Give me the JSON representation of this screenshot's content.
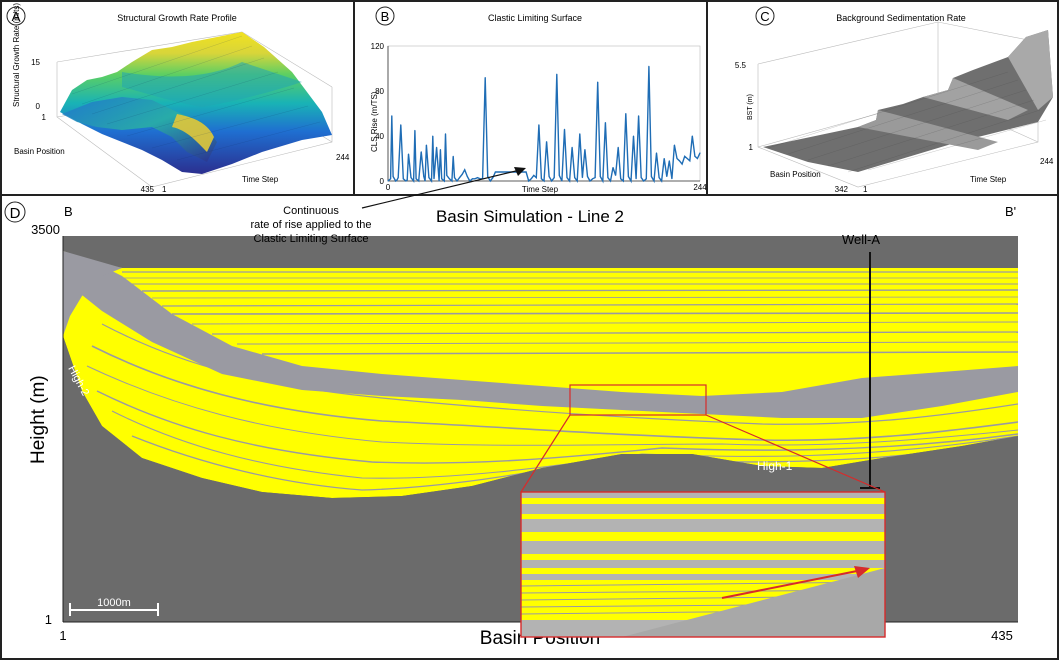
{
  "panels": {
    "a": {
      "letter": "A",
      "title": "Structural Growth Rate Profile"
    },
    "b": {
      "letter": "B",
      "title": "Clastic Limiting Surface"
    },
    "c": {
      "letter": "C",
      "title": "Background Sedimentation Rate"
    },
    "d": {
      "letter": "D",
      "title": "Basin Simulation - Line 2"
    }
  },
  "chart_data": [
    {
      "type": "surface",
      "title": "Structural Growth Rate Profile",
      "zlabel": "Structural Growth Rate (m/ts)",
      "xlabel": "Basin Position",
      "ylabel": "Time Step",
      "z_ticks": [
        "0",
        "15"
      ],
      "x_ticks": [
        "1",
        "435"
      ],
      "y_ticks": [
        "1",
        "244"
      ],
      "zlim": [
        0,
        15
      ],
      "colormap": [
        "#2b2f8f",
        "#1f6fd1",
        "#19b3b5",
        "#5ccf63",
        "#d8d53a",
        "#f2e21f"
      ]
    },
    {
      "type": "line",
      "title": "Clastic Limiting Surface",
      "xlabel": "Time Step",
      "ylabel": "CLS Rise (m/TS)",
      "x_ticks": [
        "0",
        "244"
      ],
      "y_ticks": [
        "0",
        "40",
        "80",
        "120"
      ],
      "xlim": [
        0,
        244
      ],
      "ylim": [
        0,
        120
      ],
      "color": "#1f6db5",
      "series": [
        {
          "x": [
            0,
            2,
            3,
            4,
            6,
            7,
            8,
            10,
            12,
            14,
            15,
            16,
            18,
            20,
            21,
            22,
            24,
            26,
            28,
            29,
            30,
            32,
            34,
            35,
            36,
            38,
            40,
            41,
            42,
            44,
            45,
            46,
            48,
            50,
            51,
            52,
            54,
            56,
            58,
            60,
            62,
            64,
            66,
            68,
            70,
            72,
            74,
            76,
            78,
            80,
            82,
            84,
            86,
            88,
            90,
            92,
            94,
            96,
            98,
            100,
            102,
            104,
            106,
            108,
            110,
            112,
            114,
            116,
            118,
            120,
            122,
            124,
            126,
            128,
            130,
            132,
            134,
            136,
            138,
            140,
            142,
            144,
            146,
            148,
            150,
            152,
            154,
            156,
            158,
            160,
            162,
            164,
            166,
            168,
            170,
            172,
            174,
            176,
            178,
            180,
            182,
            184,
            186,
            188,
            190,
            192,
            194,
            196,
            198,
            200,
            202,
            204,
            206,
            208,
            210,
            212,
            214,
            216,
            218,
            220,
            222,
            224,
            226,
            228,
            230,
            232,
            234,
            236,
            238,
            240,
            242,
            244
          ],
          "values": [
            0,
            2,
            58,
            4,
            0,
            1,
            3,
            50,
            2,
            0,
            1,
            24,
            3,
            0,
            45,
            2,
            0,
            26,
            4,
            0,
            32,
            3,
            0,
            40,
            2,
            30,
            0,
            28,
            2,
            0,
            42,
            5,
            2,
            0,
            22,
            3,
            0,
            3,
            6,
            10,
            4,
            0,
            2,
            2,
            3,
            2,
            2,
            92,
            4,
            0,
            3,
            8,
            8,
            8,
            8,
            8,
            8,
            8,
            8,
            8,
            8,
            8,
            8,
            8,
            0,
            2,
            5,
            3,
            50,
            2,
            0,
            35,
            4,
            0,
            3,
            95,
            5,
            0,
            46,
            3,
            0,
            30,
            3,
            0,
            42,
            3,
            28,
            4,
            0,
            2,
            3,
            88,
            4,
            0,
            52,
            3,
            0,
            12,
            5,
            30,
            2,
            0,
            60,
            4,
            0,
            40,
            2,
            58,
            3,
            0,
            2,
            102,
            4,
            0,
            25,
            3,
            0,
            20,
            4,
            18,
            2,
            32,
            20,
            18,
            15,
            22,
            20,
            18,
            40,
            22,
            20,
            25
          ]
        }
      ]
    },
    {
      "type": "surface",
      "title": "Background Sedimentation Rate",
      "zlabel": "BST (m)",
      "xlabel": "Basin Position",
      "ylabel": "Time Step",
      "z_ticks": [
        "1",
        "5.5"
      ],
      "x_ticks": [
        "342",
        "1"
      ],
      "y_ticks": [
        "1",
        "244"
      ],
      "zlim": [
        1,
        5.5
      ],
      "color": "#777777"
    },
    {
      "type": "area",
      "title": "Basin Simulation - Line 2",
      "xlabel": "Basin Position",
      "ylabel": "Height (m)",
      "x_ticks": [
        "1",
        "435"
      ],
      "y_ticks": [
        "3500",
        "1"
      ],
      "xlim": [
        1,
        435
      ],
      "ylim": [
        1,
        3500
      ],
      "section_ends": [
        "B",
        "B'"
      ],
      "annotations": [
        "Well-A",
        "High-1",
        "High-2",
        "1000m",
        "Continuous rate of rise applied to the Clastic Limiting Surface"
      ],
      "colors": {
        "sand": "#ffff00",
        "shale": "#9a9aa2",
        "basement": "#6b6b6b",
        "zoom_box": "#d62b2b"
      }
    }
  ],
  "annotation_b": {
    "line1": "Continuous",
    "line2": "rate of rise applied to the",
    "line3": "Clastic Limiting Surface"
  },
  "well_label": "Well-A",
  "high1_label": "High-1",
  "high2_label": "High-2",
  "scale_label": "1000m"
}
